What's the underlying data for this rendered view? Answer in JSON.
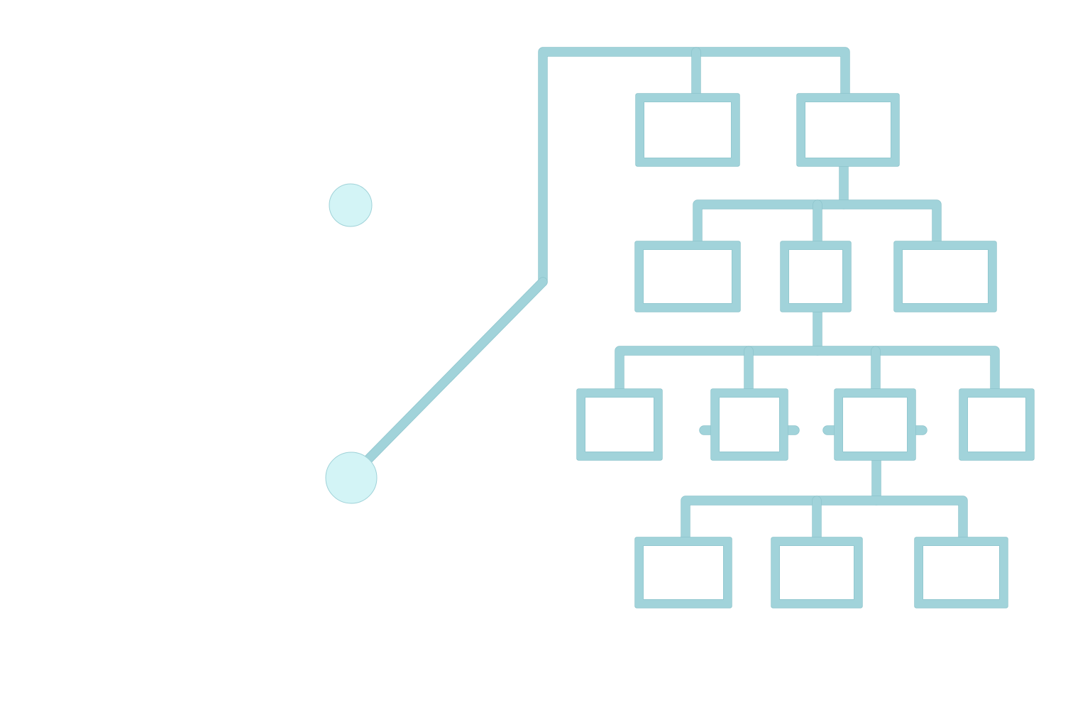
{
  "diagram": {
    "title": "",
    "style": {
      "stroke_color": "#a1d3da",
      "stroke_outline_color": "#8cc3cb",
      "node_fill_color": "#d3f4f6",
      "node_outline_color": "#9fd2d8",
      "background_color": "#ffffff"
    },
    "link_nodes": [
      {
        "id": "top-node",
        "shape": "circle"
      },
      {
        "id": "bottom-node",
        "shape": "circle"
      }
    ],
    "tree": {
      "levels": [
        {
          "level": 1,
          "boxes": [
            "box-1a",
            "box-1b"
          ]
        },
        {
          "level": 2,
          "parent": "box-1b",
          "boxes": [
            "box-2a",
            "box-2b",
            "box-2c"
          ]
        },
        {
          "level": 3,
          "parent": "box-2b",
          "boxes": [
            "box-3a",
            "box-3b",
            "box-3c",
            "box-3d"
          ]
        },
        {
          "level": 4,
          "parent": "box-3c",
          "boxes": [
            "box-4a",
            "box-4b",
            "box-4c"
          ]
        }
      ]
    }
  }
}
